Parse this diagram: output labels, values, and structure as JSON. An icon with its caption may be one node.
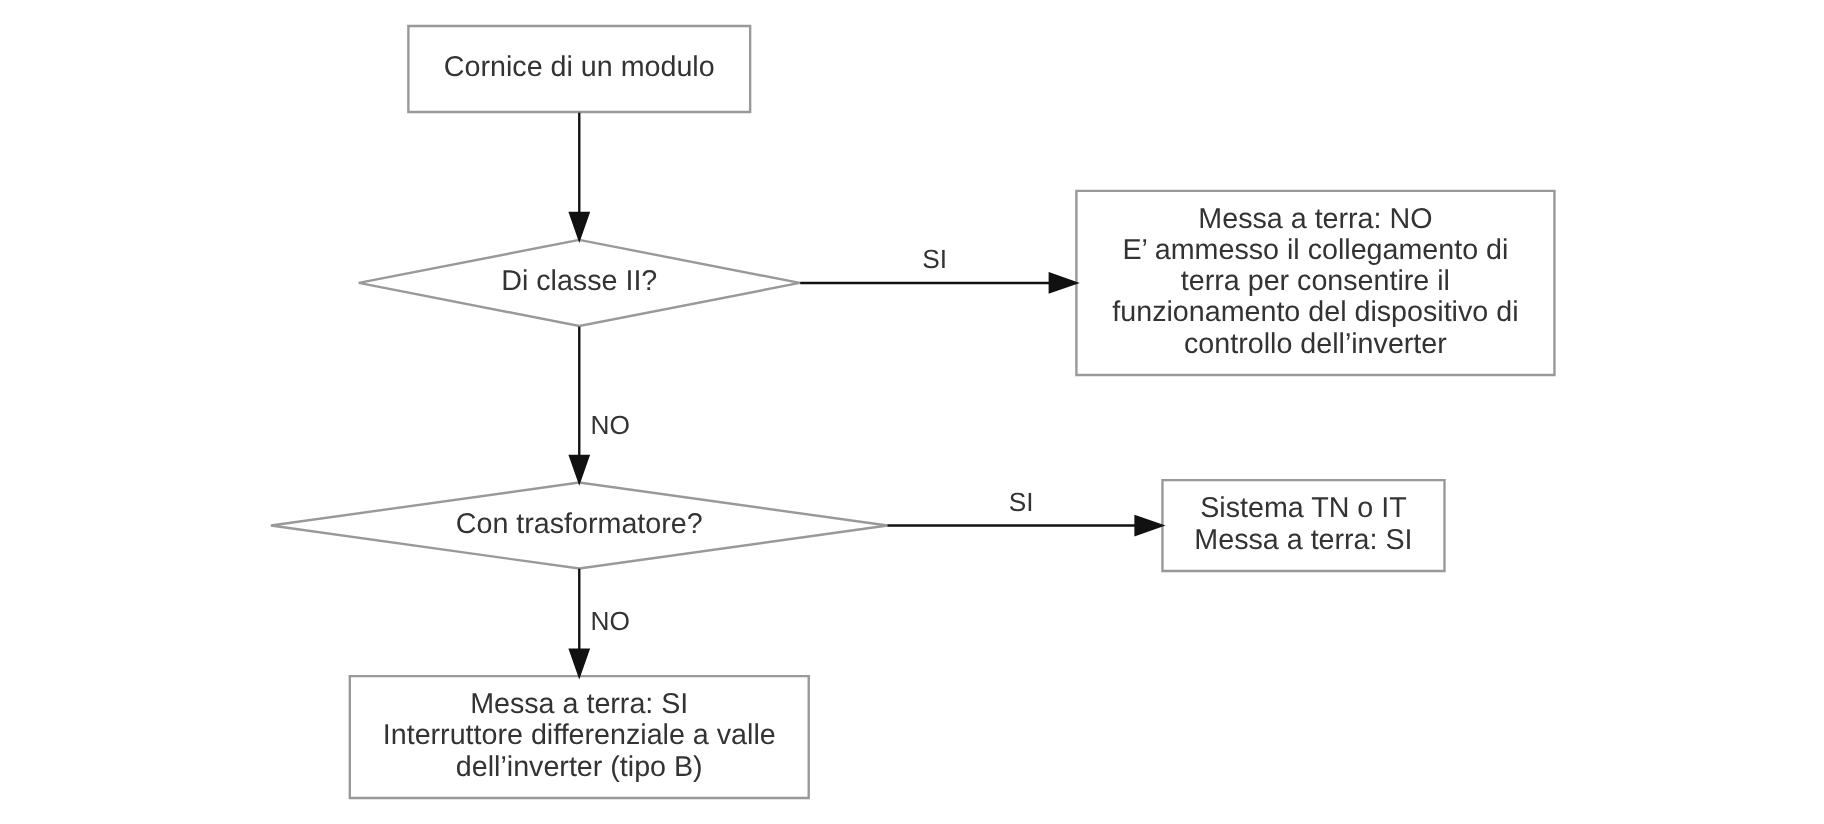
{
  "diagram": {
    "nodes": [
      {
        "text": [
          "Cornice di un modulo"
        ]
      },
      {
        "text": [
          "Di classe II?"
        ]
      },
      {
        "text": [
          "Messa a terra: NO",
          "E’ ammesso il collegamento di terra per consentire il funzionamento del dispositivo di controllo dell’inverter"
        ]
      },
      {
        "text": [
          "Con trasformatore?"
        ]
      },
      {
        "text": [
          "Sistema TN o IT",
          "Messa a terra: SI"
        ]
      },
      {
        "text": [
          "Messa a terra: SI",
          "Interruttore differenziale a valle dell’inverter (tipo B)"
        ]
      }
    ],
    "edges": [
      {
        "from": 0,
        "to": 1,
        "arrow": "to"
      },
      {
        "from": 1,
        "to": 2,
        "arrow": "to",
        "label": "SI"
      },
      {
        "from": 1,
        "to": 3,
        "arrow": "to",
        "label": "NO"
      },
      {
        "from": 3,
        "to": 4,
        "arrow": "to",
        "label": "SI"
      },
      {
        "from": 3,
        "to": 5,
        "arrow": "to",
        "label": "NO"
      }
    ]
  }
}
